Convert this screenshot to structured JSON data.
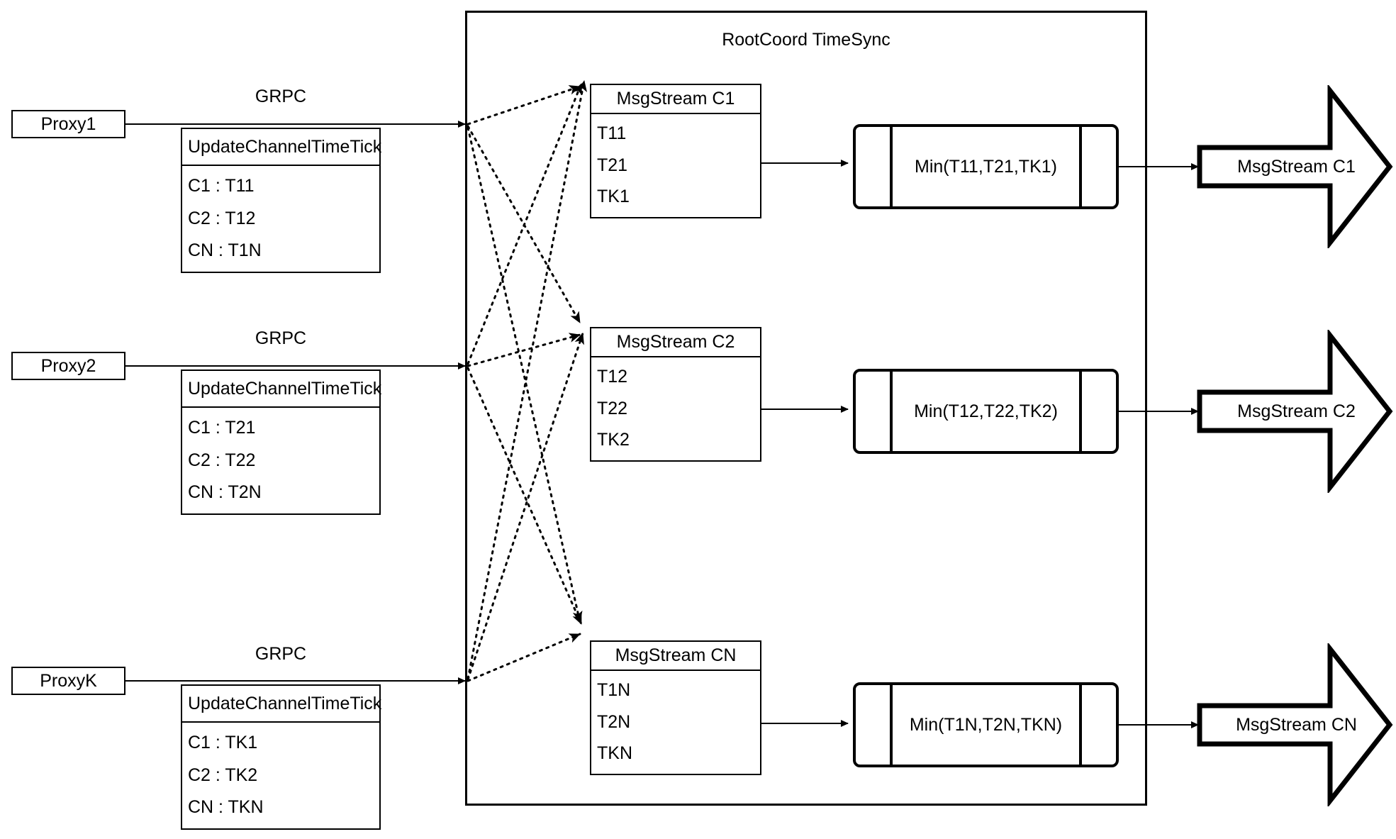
{
  "container": {
    "title": "RootCoord TimeSync"
  },
  "grpc_label": "GRPC",
  "proxies": [
    {
      "name": "Proxy1",
      "link_label": "GRPC",
      "request": {
        "title": "UpdateChannelTimeTick",
        "rows": [
          "C1 :  T11",
          "C2 :  T12",
          "CN : T1N"
        ]
      }
    },
    {
      "name": "Proxy2",
      "link_label": "GRPC",
      "request": {
        "title": "UpdateChannelTimeTick",
        "rows": [
          "C1 :  T21",
          "C2 :  T22",
          "CN : T2N"
        ]
      }
    },
    {
      "name": "ProxyK",
      "link_label": "GRPC",
      "request": {
        "title": "UpdateChannelTimeTick",
        "rows": [
          "C1 :  TK1",
          "C2 :  TK2",
          "CN : TKN"
        ]
      }
    }
  ],
  "channels": [
    {
      "stream": {
        "title": "MsgStream C1",
        "rows": [
          "T11",
          "T21",
          "TK1"
        ]
      },
      "process": "Min(T11,T21,TK1)",
      "output": "MsgStream C1"
    },
    {
      "stream": {
        "title": "MsgStream C2",
        "rows": [
          "T12",
          "T22",
          "TK2"
        ]
      },
      "process": "Min(T12,T22,TK2)",
      "output": "MsgStream C2"
    },
    {
      "stream": {
        "title": "MsgStream CN",
        "rows": [
          "T1N",
          "T2N",
          "TKN"
        ]
      },
      "process": "Min(T1N,T2N,TKN)",
      "output": "MsgStream CN"
    }
  ],
  "colors": {
    "stroke": "#000000",
    "background": "#ffffff"
  }
}
